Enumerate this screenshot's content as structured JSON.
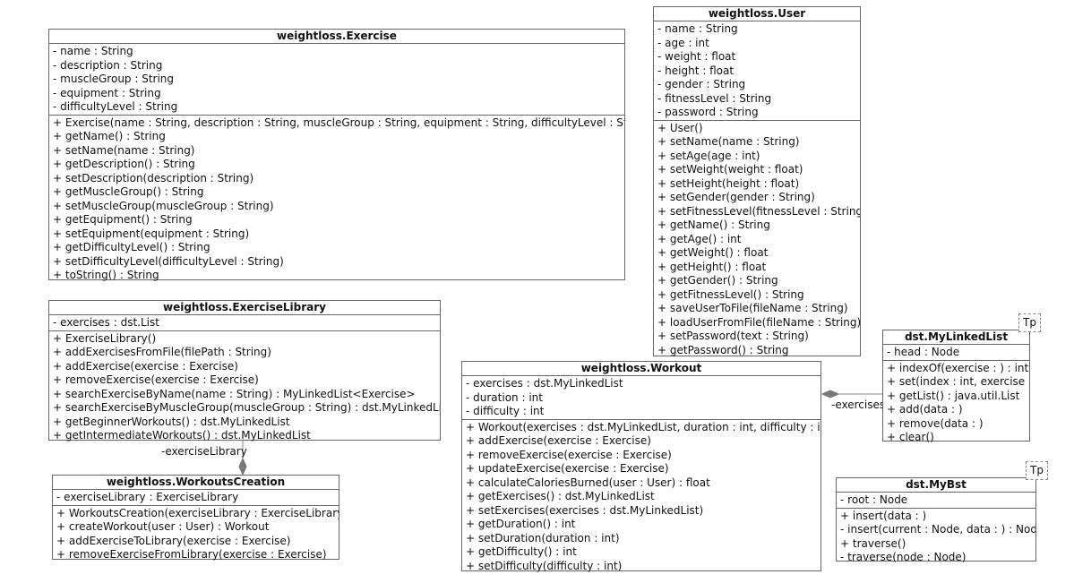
{
  "classes": {
    "exercise": {
      "name": "weightloss.Exercise",
      "attributes": [
        "- name : String",
        "- description : String",
        "- muscleGroup : String",
        "- equipment : String",
        "- difficultyLevel : String"
      ],
      "methods": [
        "+ Exercise(name : String, description : String, muscleGroup : String, equipment : String, difficultyLevel : String)",
        "+ getName() : String",
        "+ setName(name : String)",
        "+ getDescription() : String",
        "+ setDescription(description : String)",
        "+ getMuscleGroup() : String",
        "+ setMuscleGroup(muscleGroup : String)",
        "+ getEquipment() : String",
        "+ setEquipment(equipment : String)",
        "+ getDifficultyLevel() : String",
        "+ setDifficultyLevel(difficultyLevel : String)",
        "+ toString() : String"
      ]
    },
    "user": {
      "name": "weightloss.User",
      "attributes": [
        "- name : String",
        "- age : int",
        "- weight : float",
        "- height : float",
        "- gender : String",
        "- fitnessLevel : String",
        "- password : String"
      ],
      "methods": [
        "+ User()",
        "+ setName(name : String)",
        "+ setAge(age : int)",
        "+ setWeight(weight : float)",
        "+ setHeight(height : float)",
        "+ setGender(gender : String)",
        "+ setFitnessLevel(fitnessLevel : String)",
        "+ getName() : String",
        "+ getAge() : int",
        "+ getWeight() : float",
        "+ getHeight() : float",
        "+ getGender() : String",
        "+ getFitnessLevel() : String",
        "+ saveUserToFile(fileName : String)",
        "+ loadUserFromFile(fileName : String)",
        "+ setPassword(text : String)",
        "+ getPassword() : String"
      ]
    },
    "exerciseLibrary": {
      "name": "weightloss.ExerciseLibrary",
      "attributes": [
        "- exercises : dst.List"
      ],
      "methods": [
        "+ ExerciseLibrary()",
        "+ addExercisesFromFile(filePath : String)",
        "+ addExercise(exercise : Exercise)",
        "+ removeExercise(exercise : Exercise)",
        "+ searchExerciseByName(name : String) : MyLinkedList<Exercise>",
        "+ searchExerciseByMuscleGroup(muscleGroup : String) : dst.MyLinkedList",
        "+ getBeginnerWorkouts() : dst.MyLinkedList",
        "+ getIntermediateWorkouts() : dst.MyLinkedList"
      ]
    },
    "workoutsCreation": {
      "name": "weightloss.WorkoutsCreation",
      "attributes": [
        "- exerciseLibrary : ExerciseLibrary"
      ],
      "methods": [
        "+ WorkoutsCreation(exerciseLibrary : ExerciseLibrary)",
        "+ createWorkout(user : User) : Workout",
        "+ addExerciseToLibrary(exercise : Exercise)",
        "+ removeExerciseFromLibrary(exercise : Exercise)"
      ]
    },
    "workout": {
      "name": "weightloss.Workout",
      "attributes": [
        "- exercises : dst.MyLinkedList",
        "- duration : int",
        "- difficulty : int"
      ],
      "methods": [
        "+ Workout(exercises : dst.MyLinkedList, duration : int, difficulty : int)",
        "+ addExercise(exercise : Exercise)",
        "+ removeExercise(exercise : Exercise)",
        "+ updateExercise(exercise : Exercise)",
        "+ calculateCaloriesBurned(user : User) : float",
        "+ getExercises() : dst.MyLinkedList",
        "+ setExercises(exercises : dst.MyLinkedList)",
        "+ getDuration() : int",
        "+ setDuration(duration : int)",
        "+ getDifficulty() : int",
        "+ setDifficulty(difficulty : int)"
      ]
    },
    "myLinkedList": {
      "name": "dst.MyLinkedList",
      "attributes": [
        "- head : Node"
      ],
      "methods": [
        "+ indexOf(exercise : ) : int",
        "+ set(index : int, exercise : )",
        "+ getList() : java.util.List",
        "+ add(data : )",
        "+ remove(data : )",
        "+ clear()"
      ]
    },
    "myBst": {
      "name": "dst.MyBst",
      "attributes": [
        "- root : Node"
      ],
      "methods": [
        "+ insert(data : )",
        "- insert(current : Node, data : ) : Node",
        "+ traverse()",
        "- traverse(node : Node)"
      ]
    }
  },
  "template_params": {
    "myLinkedList": "Tp",
    "myBst": "Tp"
  },
  "associations": {
    "workoutsCreation_exerciseLibrary": "-exerciseLibrary",
    "workout_myLinkedList": "-exercises"
  },
  "colors": {
    "border": "#666666",
    "diamond": "#777777",
    "line": "#888888"
  }
}
